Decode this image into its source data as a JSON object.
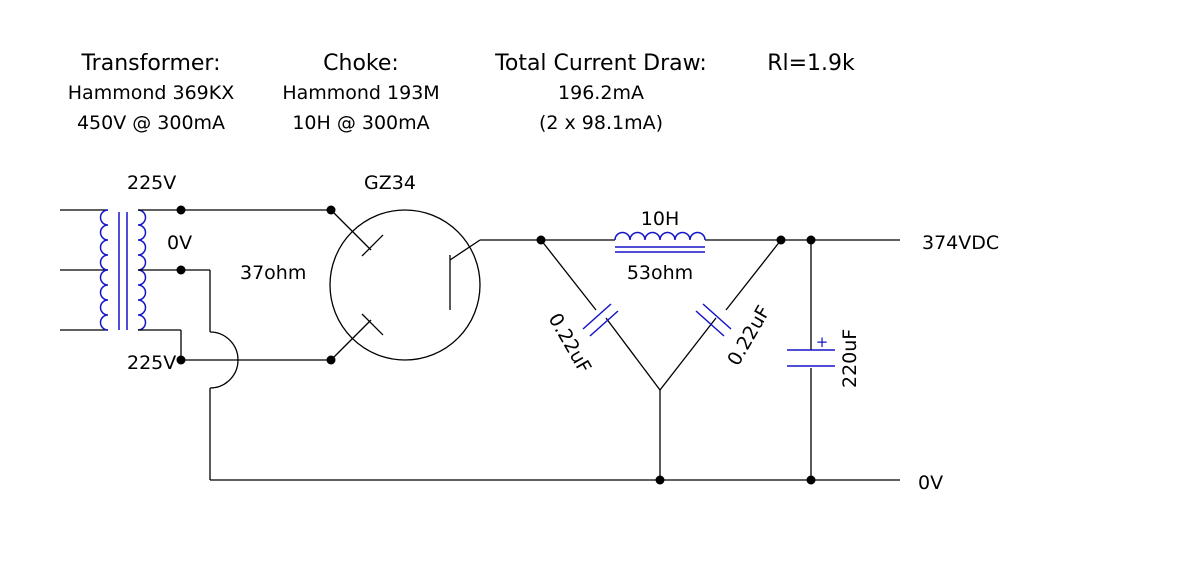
{
  "header": {
    "transformer": {
      "title": "Transformer:",
      "model": "Hammond 369KX",
      "rating": "450V @ 300mA"
    },
    "choke": {
      "title": "Choke:",
      "model": "Hammond 193M",
      "rating": "10H @ 300mA"
    },
    "current": {
      "title": "Total Current Draw:",
      "value": "196.2mA",
      "detail": "(2 x 98.1mA)"
    },
    "load": "Rl=1.9k"
  },
  "labels": {
    "secondary_top": "225V",
    "center_tap": "0V",
    "secondary_bottom": "225V",
    "winding_resistance": "37ohm",
    "rectifier": "GZ34",
    "inductance": "10H",
    "choke_resistance": "53ohm",
    "cap_left": "0.22uF",
    "cap_right": "0.22uF",
    "cap_reservoir": "220uF",
    "cap_polarity": "+",
    "output": "374VDC",
    "ground": "0V"
  }
}
